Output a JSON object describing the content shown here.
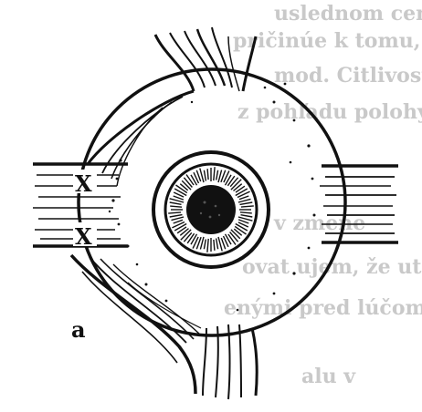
{
  "figure": {
    "panel_label": "a",
    "cross_marks": [
      "X",
      "X"
    ],
    "background_text_lines": [
      "uslednom ceny kamag",
      "pričinúe k tomu, že dea pre np",
      "mod. Citlivosť prístupnosť",
      "z pohľadu polohy dve",
      "",
      "v zmene",
      "ovat ujem, že uta",
      "enými pred lúčom",
      "",
      "alu v"
    ],
    "colors": {
      "ink": "#111111",
      "paper": "#ffffff",
      "bleed": "#c9c9c9"
    }
  }
}
